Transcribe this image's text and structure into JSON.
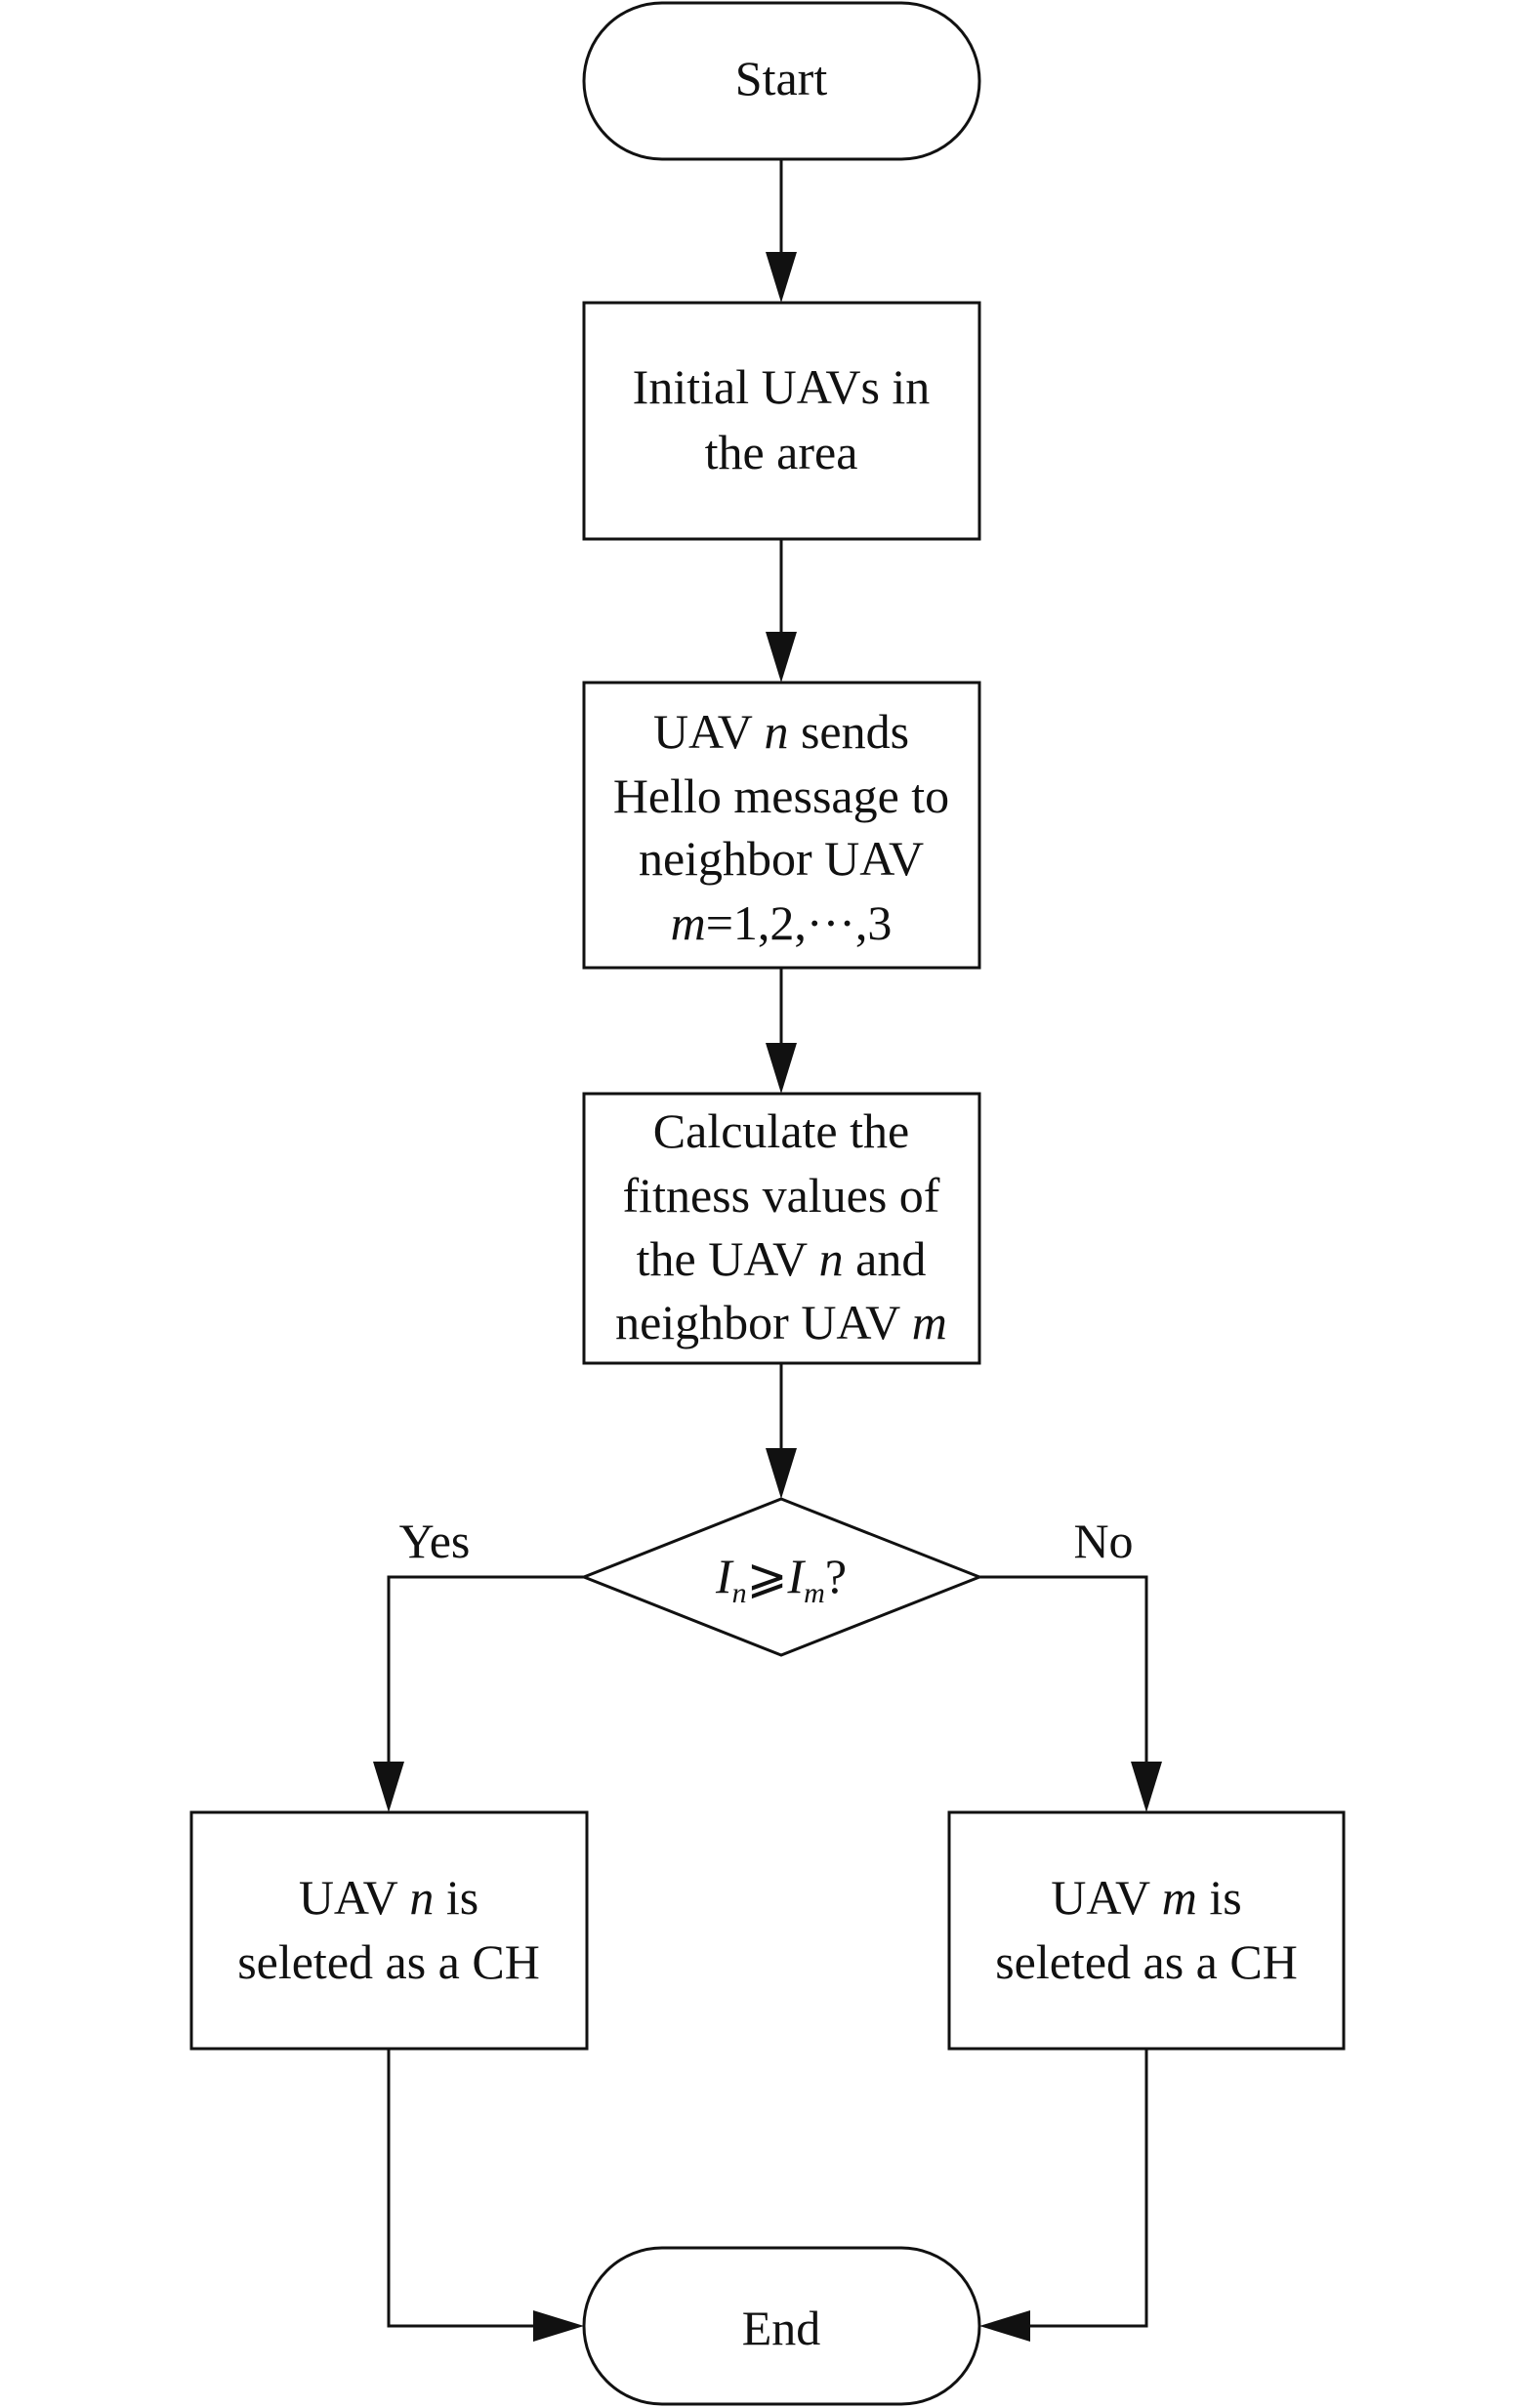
{
  "nodes": {
    "start": {
      "label": "Start"
    },
    "init": {
      "lines": [
        "Initial UAVs in",
        "the area"
      ]
    },
    "hello": {
      "line1_pre": "UAV ",
      "line1_var": "n",
      "line1_post": " sends",
      "line2": "Hello message to",
      "line3": "neighbor UAV",
      "line4_var": "m",
      "line4_post": "=1,2,···,3"
    },
    "fitness": {
      "line1": "Calculate the",
      "line2": "fitness values of",
      "line3_pre": "the UAV ",
      "line3_var": "n",
      "line3_post": " and",
      "line4_pre": "neighbor UAV ",
      "line4_var": "m"
    },
    "decision": {
      "var_left": "I",
      "sub_left": "n",
      "op": "⩾",
      "var_right": "I",
      "sub_right": "m",
      "suffix": "?"
    },
    "ch_n": {
      "line1_pre": "UAV ",
      "line1_var": "n",
      "line1_post": " is",
      "line2": "seleted as a CH"
    },
    "ch_m": {
      "line1_pre": "UAV ",
      "line1_var": "m",
      "line1_post": " is",
      "line2": "seleted as a CH"
    },
    "end": {
      "label": "End"
    }
  },
  "branches": {
    "yes": "Yes",
    "no": "No"
  }
}
